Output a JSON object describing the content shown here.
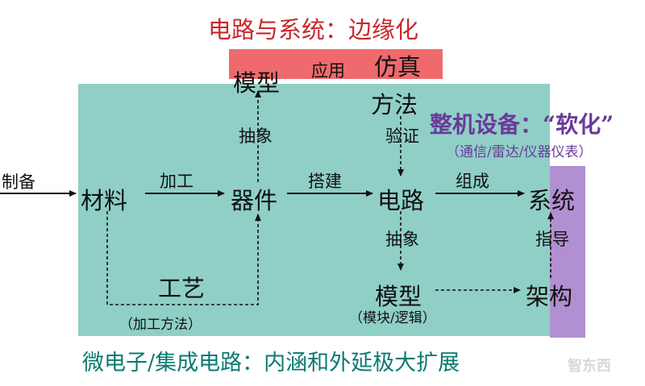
{
  "title": "电路与系统：边缘化",
  "pink_box": {
    "left_label": "模型",
    "middle_label": "应用",
    "right_label": "仿真"
  },
  "nodes": {
    "material": "材料",
    "device": "器件",
    "circuit": "电路",
    "system": "系统",
    "process": "工艺",
    "method": "方法",
    "model": "模型",
    "architecture": "架构"
  },
  "edge_labels": {
    "fabricate": "制备",
    "process": "加工",
    "build": "搭建",
    "compose": "组成",
    "abstract_upper": "抽象",
    "verify": "验证",
    "abstract_lower": "抽象",
    "guide": "指导"
  },
  "annotations": {
    "process_note": "（加工方法）",
    "model_note": "（模块/逻辑）"
  },
  "right_side": {
    "title": "整机设备：“软化”",
    "subtitle": "（通信/雷达/仪器仪表）"
  },
  "caption": "微电子/集成电路：内涵和外延极大扩展",
  "watermark": "智东西",
  "colors": {
    "teal": "#8fcfc6",
    "pink": "#ef6a6c",
    "purple": "#b28fd0",
    "title_red": "#c8282c",
    "caption_teal": "#0a7a72",
    "purple_text": "#6a3a9a"
  }
}
